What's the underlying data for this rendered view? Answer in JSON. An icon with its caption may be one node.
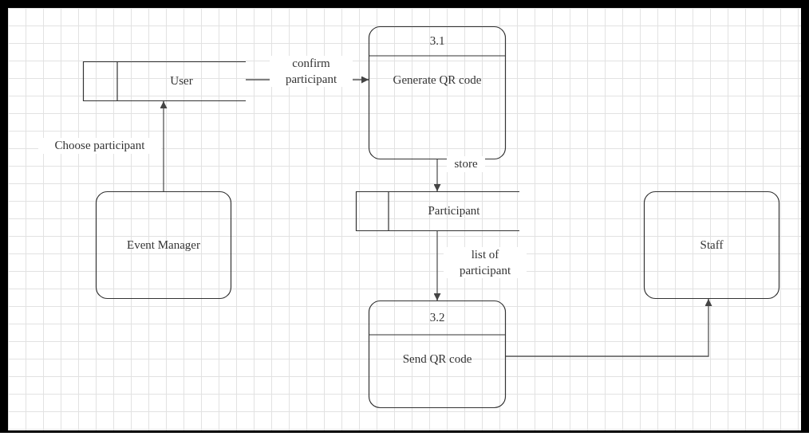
{
  "diagram": {
    "nodes": [
      {
        "text": [
          "User"
        ]
      },
      {
        "text": [
          "3.1",
          "Generate QR code"
        ]
      },
      {
        "text": [
          "Event Manager"
        ]
      },
      {
        "text": [
          "Participant"
        ]
      },
      {
        "text": [
          "Staff"
        ]
      },
      {
        "text": [
          "3.2",
          "Send QR code"
        ]
      }
    ],
    "edges": [
      {
        "from": 2,
        "to": 0,
        "arrow": "to",
        "label": "Choose participant"
      },
      {
        "from": 0,
        "to": 1,
        "arrow": "to",
        "label": "confirm participant"
      },
      {
        "from": 1,
        "to": 3,
        "arrow": "to",
        "label": "store"
      },
      {
        "from": 3,
        "to": 5,
        "arrow": "to",
        "label": "list of participant"
      },
      {
        "from": 5,
        "to": 4,
        "arrow": "to"
      }
    ]
  }
}
